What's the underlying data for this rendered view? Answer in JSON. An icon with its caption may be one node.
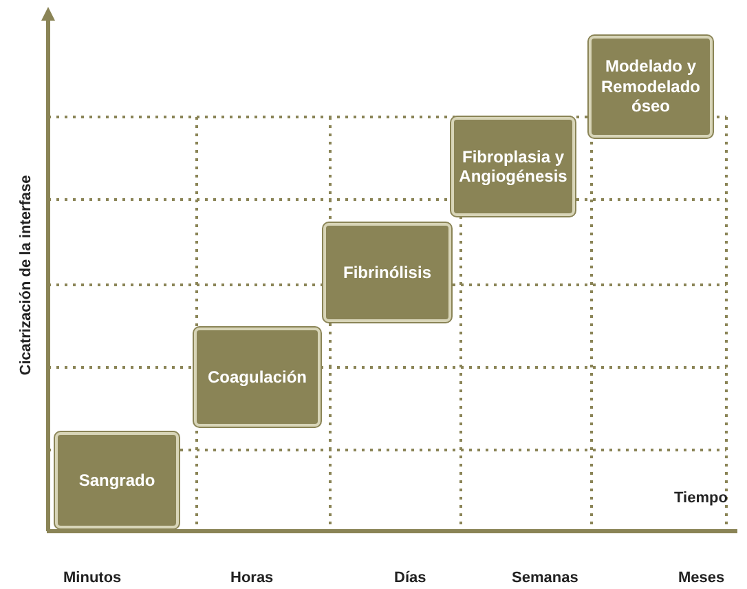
{
  "diagram": {
    "nodes": [
      {
        "text": [
          "Sangrado"
        ]
      },
      {
        "text": [
          "Coagulación"
        ]
      },
      {
        "text": [
          "Fibrinólisis"
        ]
      },
      {
        "text": [
          "Fibroplasia y Angiogénesis"
        ]
      },
      {
        "text": [
          "Modelado y Remodelado óseo"
        ]
      }
    ],
    "edges": [],
    "labels": [
      "Cicatrización de la interfase",
      "Tiempo",
      "Minutos",
      "Horas",
      "Días",
      "Semanas",
      "Meses"
    ]
  }
}
